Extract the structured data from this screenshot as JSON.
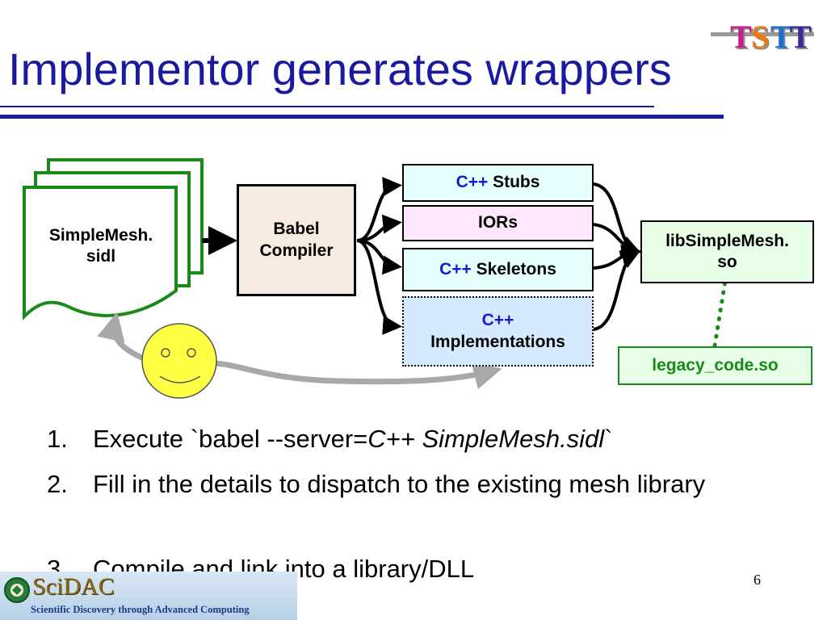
{
  "slide": {
    "title": "Implementor generates wrappers",
    "page_number": "6"
  },
  "logo_tstt": {
    "letters": [
      "T",
      "S",
      "T",
      "T"
    ],
    "colors": [
      "#c81e8c",
      "#f07814",
      "#1e6ed2",
      "#3c2896"
    ]
  },
  "diagram": {
    "sidl_file": {
      "line1": "SimpleMesh.",
      "line2": "sidl"
    },
    "babel": {
      "line1": "Babel",
      "line2": "Compiler"
    },
    "stubs": {
      "prefix": "C++",
      "label": " Stubs"
    },
    "iors": {
      "label": "IORs"
    },
    "skeletons": {
      "prefix": "C++",
      "label": " Skeletons"
    },
    "impls": {
      "prefix": "C++",
      "label": "Implementations"
    },
    "lib": {
      "line1": "libSimpleMesh.",
      "line2": "so"
    },
    "legacy": {
      "label": "legacy_code.so"
    }
  },
  "steps": [
    {
      "num": "1.",
      "text_before": "Execute `babel --server=",
      "text_italic": "C++ SimpleMesh.sidl",
      "text_after": "`"
    },
    {
      "num": "2.",
      "text": "Fill in the details to dispatch to the existing mesh library"
    },
    {
      "num": "3.",
      "text": "Compile and link into a library/DLL"
    }
  ],
  "footer": {
    "scidac_name": "SciDAC",
    "scidac_tagline": "Scientific Discovery through Advanced Computing"
  },
  "colors": {
    "title": "#1a1aa0",
    "green": "#1a8a1a",
    "stubs_fill": "#e6ffff",
    "iors_fill": "#ffe6ff",
    "skeletons_fill": "#e6ffff",
    "impls_fill": "#d6eaff",
    "babel_fill": "#f5ebe0",
    "lib_fill": "#e6ffe6",
    "smiley": "#ffff44"
  }
}
